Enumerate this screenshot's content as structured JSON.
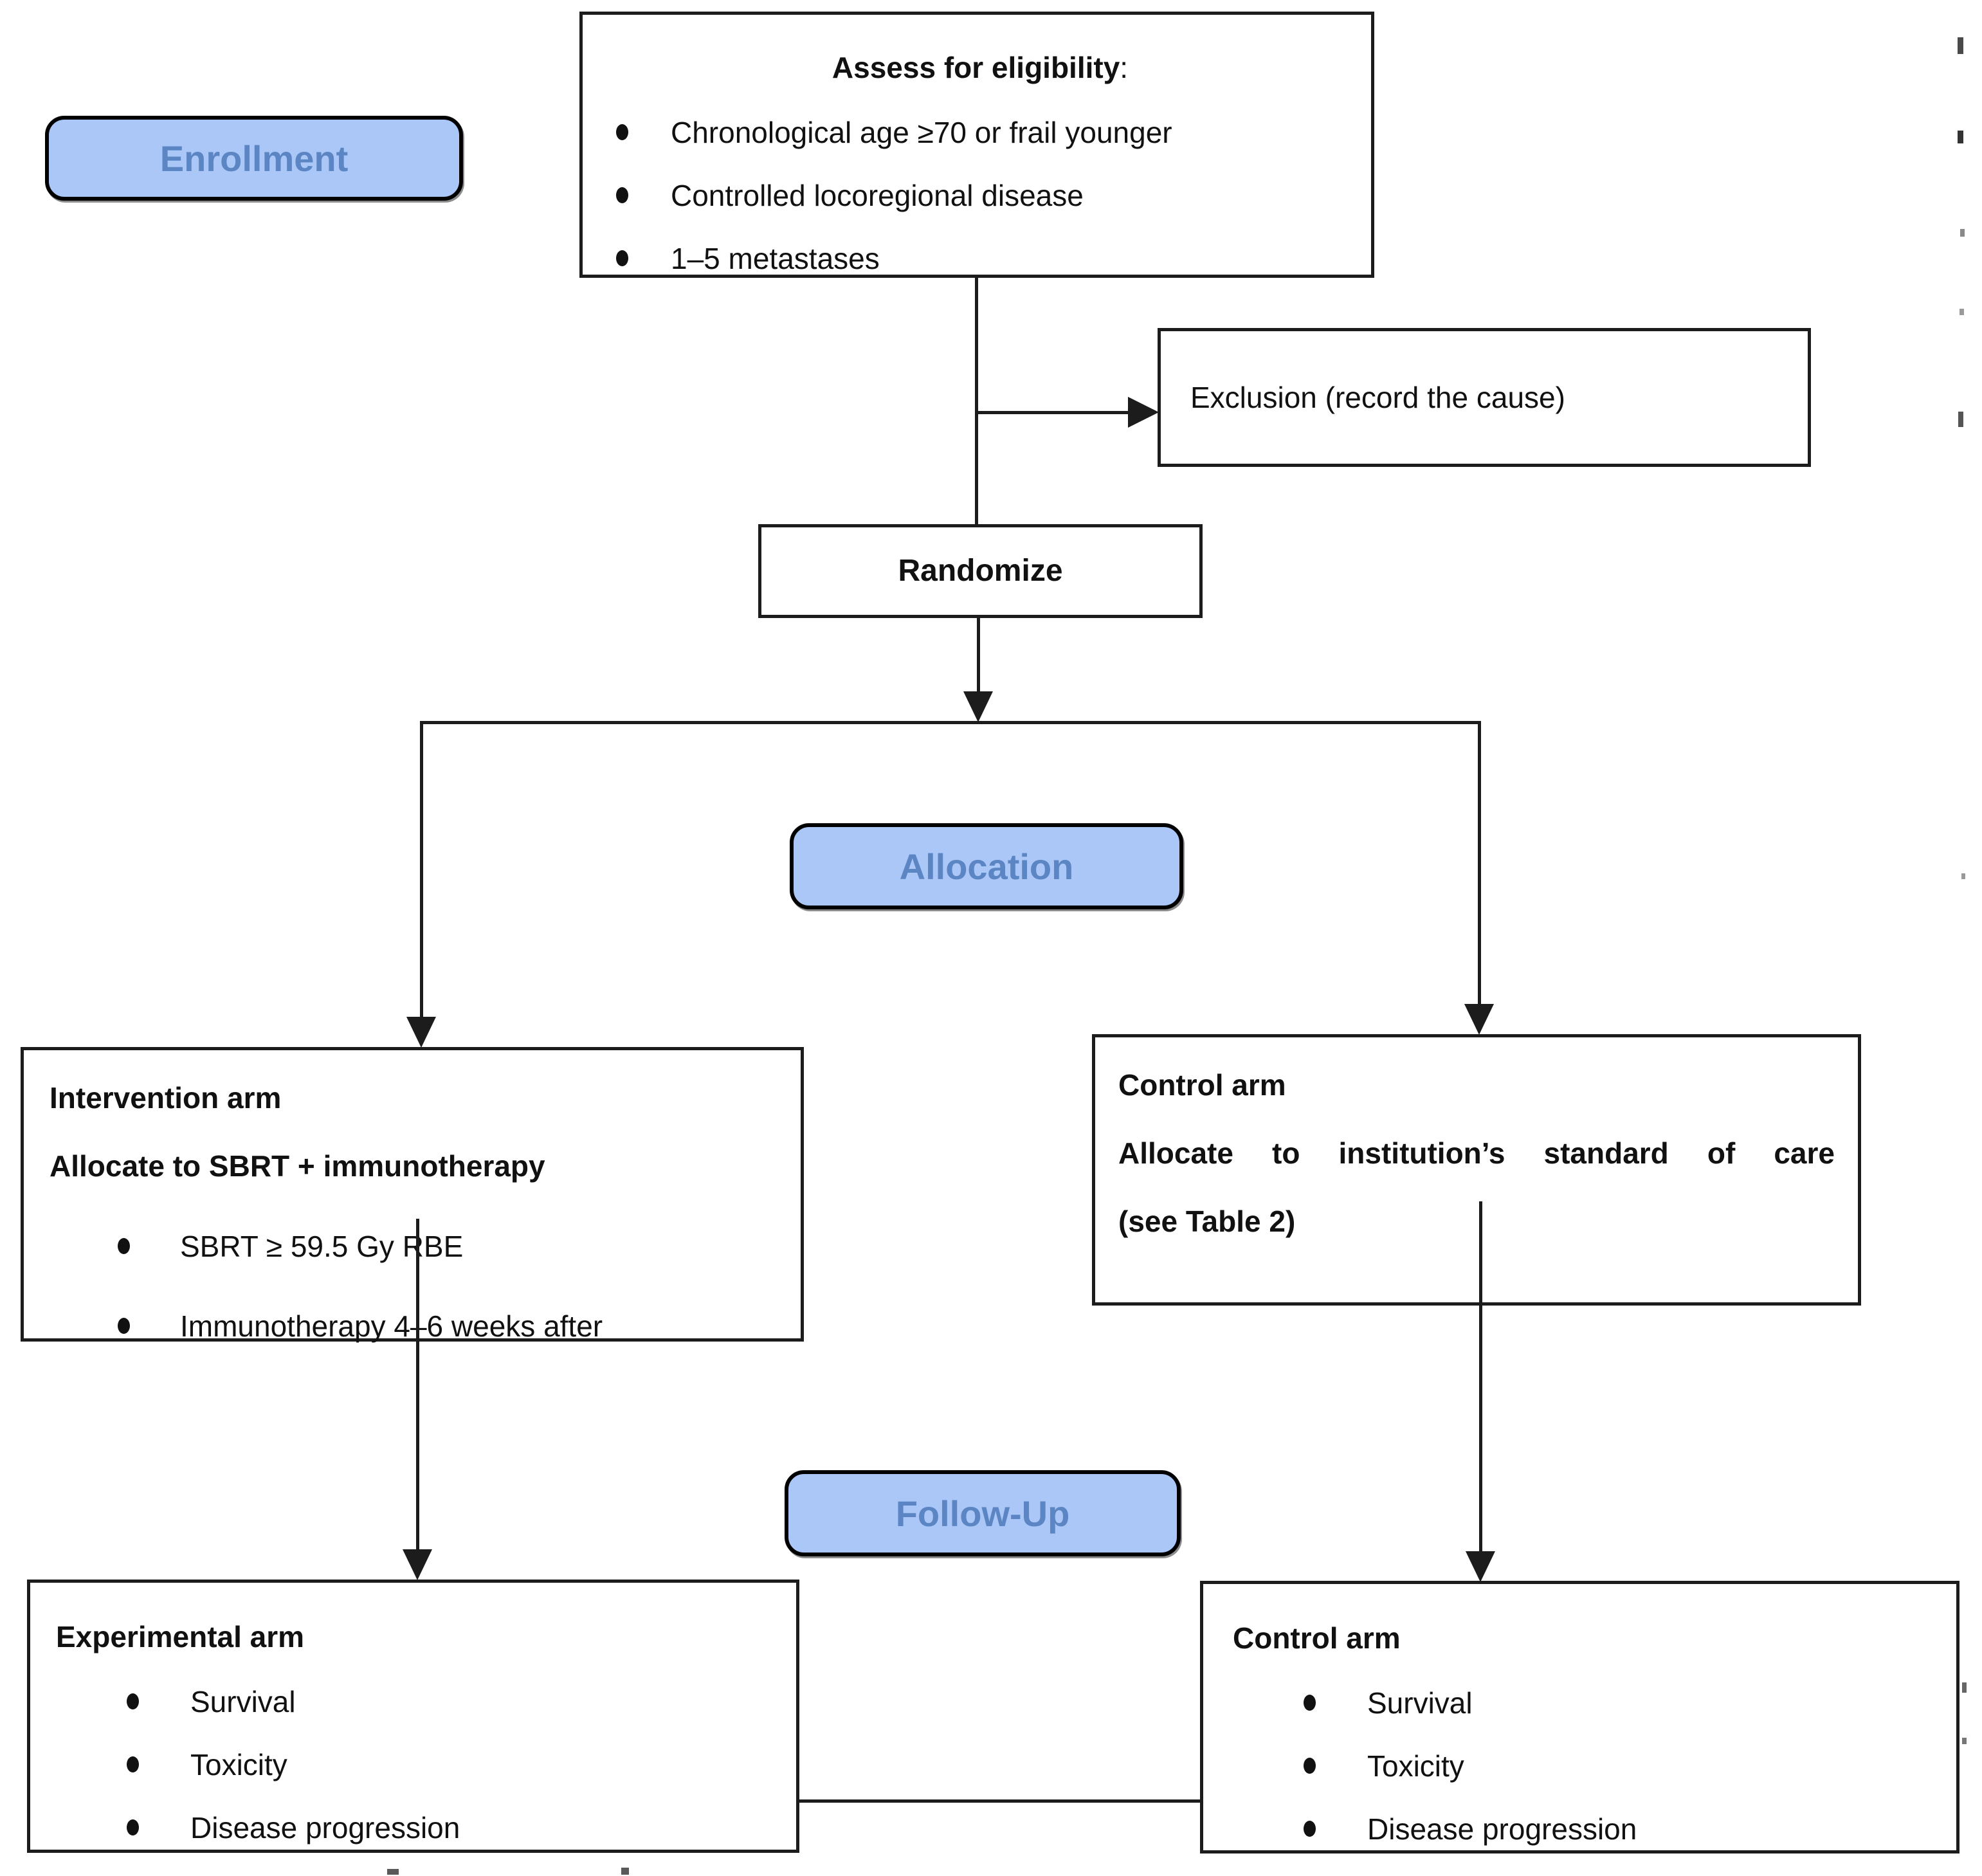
{
  "stages": {
    "enrollment": "Enrollment",
    "allocation": "Allocation",
    "follow_up": "Follow-Up"
  },
  "boxes": {
    "eligibility": {
      "title": "Assess for eligibility",
      "title_suffix": ":",
      "bullets": [
        "Chronological age ≥70 or frail younger",
        "Controlled locoregional disease",
        "1–5 metastases"
      ]
    },
    "exclusion": {
      "text": "Exclusion (record the cause)"
    },
    "randomize": {
      "text": "Randomize"
    },
    "intervention": {
      "title": "Intervention arm",
      "subtitle": "Allocate to SBRT + immunotherapy",
      "bullets": [
        "SBRT ≥ 59.5 Gy RBE",
        "Immunotherapy 4–6 weeks after"
      ]
    },
    "control_allocation": {
      "title": "Control arm",
      "line1": "Allocate to institution’s standard of care",
      "line2": "(see Table 2)"
    },
    "experimental_followup": {
      "title": "Experimental arm",
      "bullets": [
        "Survival",
        "Toxicity",
        "Disease progression"
      ]
    },
    "control_followup": {
      "title": "Control arm",
      "bullets": [
        "Survival",
        "Toxicity",
        "Disease progression"
      ]
    }
  },
  "colors": {
    "stage_fill": "#aac7f7",
    "stage_text": "#5b85c3",
    "stage_border": "#000000",
    "box_border": "#1c1c1c",
    "line": "#1c1c1c",
    "text": "#111111"
  }
}
